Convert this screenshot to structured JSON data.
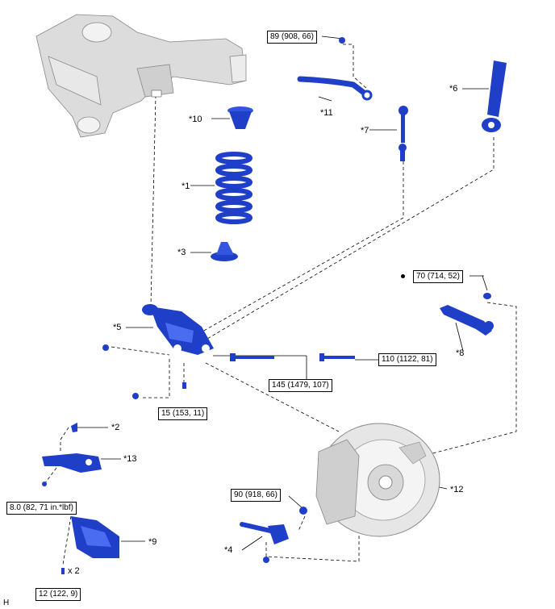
{
  "colors": {
    "part": "#1f3fc8",
    "part_light": "#4a6cf0",
    "gray": "#d6d6d6",
    "gray_dark": "#9a9a9a"
  },
  "callouts": {
    "c1": "*1",
    "c2": "*2",
    "c3": "*3",
    "c4": "*4",
    "c5": "*5",
    "c6": "*6",
    "c7": "*7",
    "c8": "*8",
    "c9": "*9",
    "c10": "*10",
    "c11": "*11",
    "c12": "*12",
    "c13": "*13"
  },
  "torques": {
    "t89": "89 (908, 66)",
    "t70": "70 (714, 52)",
    "t110": "110 (1122, 81)",
    "t145": "145 (1479, 107)",
    "t15": "15 (153, 11)",
    "t8": "8.0 (82, 71 in.*lbf)",
    "t90": "90 (918, 66)",
    "t12": "12 (122, 9)"
  },
  "qty_x2": "x 2",
  "corner_mark": "H",
  "icons": [
    "new-part-bullet"
  ]
}
